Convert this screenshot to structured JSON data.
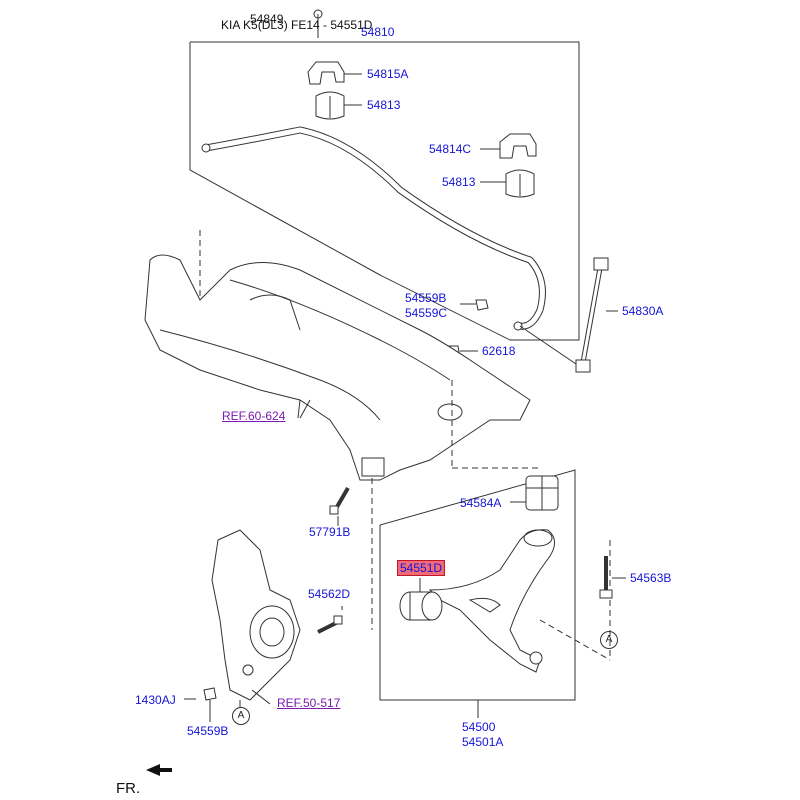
{
  "header": {
    "title": "KIA K5(DL3) FE14 - 54551D",
    "top_part": "54849"
  },
  "colors": {
    "label": "#1515d8",
    "ref": "#7a1ab0",
    "highlight": "#f06a78",
    "line": "#333333"
  },
  "parts": {
    "p54810": "54810",
    "p54815A": "54815A",
    "p54813a": "54813",
    "p54814C": "54814C",
    "p54813b": "54813",
    "p54559B": "54559B",
    "p54559C": "54559C",
    "p54830A": "54830A",
    "p62618": "62618",
    "ref60": "REF.60-624",
    "p54584A": "54584A",
    "p57791B": "57791B",
    "p54551D": "54551D",
    "p54563B": "54563B",
    "p54562D": "54562D",
    "p1430AJ": "1430AJ",
    "ref50": "REF.50-517",
    "p54559B2": "54559B",
    "p54500": "54500",
    "p54501A": "54501A",
    "circleA1": "A",
    "circleA2": "A"
  },
  "footer": {
    "direction": "FR."
  }
}
